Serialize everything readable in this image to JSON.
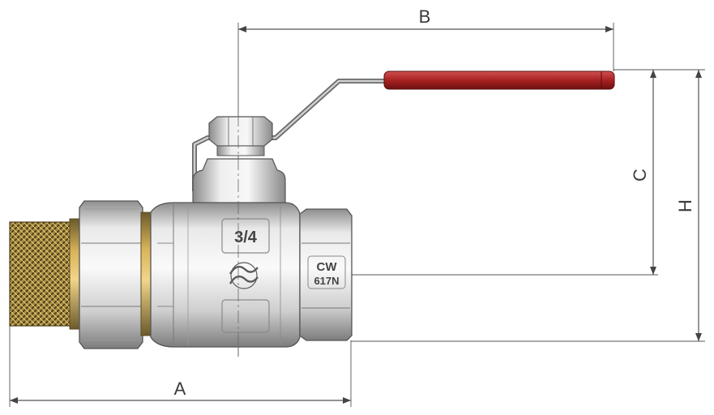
{
  "dimensions": {
    "A": "A",
    "B": "B",
    "C": "C",
    "H": "H"
  },
  "body_markings": {
    "size": "3/4",
    "material_line1": "CW",
    "material_line2": "617N"
  },
  "colors": {
    "handle": "#b02a2a",
    "brass": "#c9a24a",
    "nickel": "#d9d9d9",
    "dimension_line": "#555555"
  }
}
